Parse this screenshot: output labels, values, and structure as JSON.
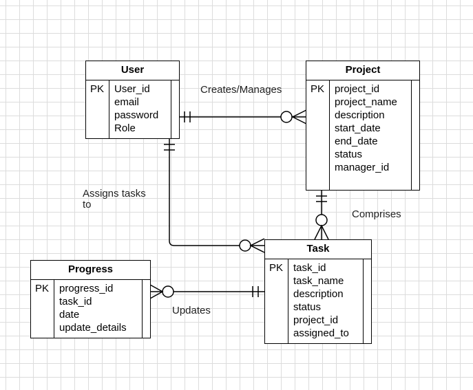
{
  "entities": {
    "user": {
      "title": "User",
      "pk": "PK",
      "fields": [
        "User_id",
        "email",
        "password",
        "Role"
      ]
    },
    "project": {
      "title": "Project",
      "pk": "PK",
      "fields": [
        "project_id",
        "project_name",
        "description",
        "start_date",
        "end_date",
        "status",
        "manager_id"
      ]
    },
    "task": {
      "title": "Task",
      "pk": "PK",
      "fields": [
        "task_id",
        "task_name",
        "description",
        "status",
        "project_id",
        "assigned_to"
      ]
    },
    "progress": {
      "title": "Progress",
      "pk": "PK",
      "fields": [
        "progress_id",
        "task_id",
        "date",
        "update_details"
      ]
    }
  },
  "relationships": {
    "creates_manages": {
      "label": "Creates/Manages"
    },
    "assigns": {
      "label_line1": "Assigns tasks",
      "label_line2": "to"
    },
    "comprises": {
      "label": "Comprises"
    },
    "updates": {
      "label": "Updates"
    }
  },
  "colors": {
    "line": "#000000",
    "grid": "#dcdcdc",
    "background": "#ffffff"
  }
}
